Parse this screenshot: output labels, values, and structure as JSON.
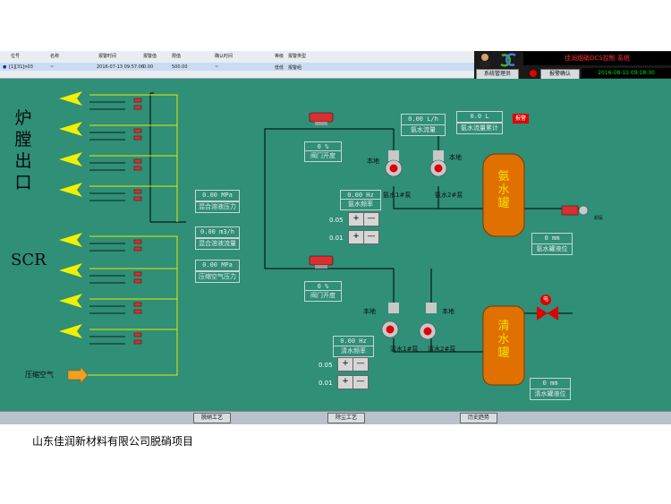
{
  "topbar": {
    "headers": [
      "位号",
      "名称",
      "报警时间",
      "报警值",
      "限值",
      "确认时间",
      "等级",
      "报警类型"
    ],
    "alarm": {
      "tag": "[1][31]n03",
      "name": "~",
      "time": "2016-07-13 09:57:06",
      "value": "0.00",
      "limit": "500.00",
      "ack_time": "~",
      "level": "低低",
      "type": "报警组"
    }
  },
  "brand": {
    "title": "佳润烟硝DCS控制 系统",
    "user_label": "系统管理员",
    "alarm_btn": "报警确认",
    "datetime": "2016-08-11 09:18:30"
  },
  "left": {
    "furnace_label": "炉膛出口",
    "scr_label": "SCR",
    "air_label": "压缩空气"
  },
  "readouts": {
    "mixing_pressure": {
      "value": "0.00 MPa",
      "label": "混合溶液压力"
    },
    "mixing_flow": {
      "value": "0.00 m3/h",
      "label": "混合溶液流量"
    },
    "air_pressure": {
      "value": "0.00 MPa",
      "label": "压缩空气压力"
    },
    "valve1_opening": {
      "value": "0 %",
      "label": "阀门开度"
    },
    "valve2_opening": {
      "value": "0 %",
      "label": "阀门开度"
    },
    "ammonia_flow": {
      "value": "0.00 L/h",
      "label": "氨水流量"
    },
    "ammonia_setpoint": {
      "value": "0.0 L",
      "label": "氨水流量累计"
    },
    "ammonia_freq": {
      "value": "0.00 Hz",
      "label": "氨水频率"
    },
    "ammonia_level": {
      "value": "0 mm",
      "label": "氨水罐液位"
    },
    "water_freq": {
      "value": "0.00 Hz",
      "label": "清水频率"
    },
    "water_level": {
      "value": "0 mm",
      "label": "清水罐液位"
    }
  },
  "pumps": {
    "local": "本地",
    "ammonia_pump1": "氨水1#泵",
    "ammonia_pump2": "氨水2#泵",
    "water_pump1": "清水1#泵",
    "water_pump2": "清水2#泵"
  },
  "steppers": {
    "step_small": "0.05",
    "step_tiny": "0.01",
    "plus": "+",
    "minus": "—"
  },
  "tanks": {
    "ammonia": "氨水罐",
    "water": "清水罐"
  },
  "badges": {
    "alarm": "报警",
    "valve_tag": "电",
    "inlet_tag": "卸氨"
  },
  "footer": {
    "btn1": "脱硝工艺",
    "btn2": "除尘工艺",
    "btn3": "历史趋势"
  },
  "company": "山东佳润新材料有限公司脱硝项目",
  "colors": {
    "panel": "#2f8f77",
    "pipe": "#000000",
    "injector": "#f0f000",
    "tank": "#e07000"
  }
}
